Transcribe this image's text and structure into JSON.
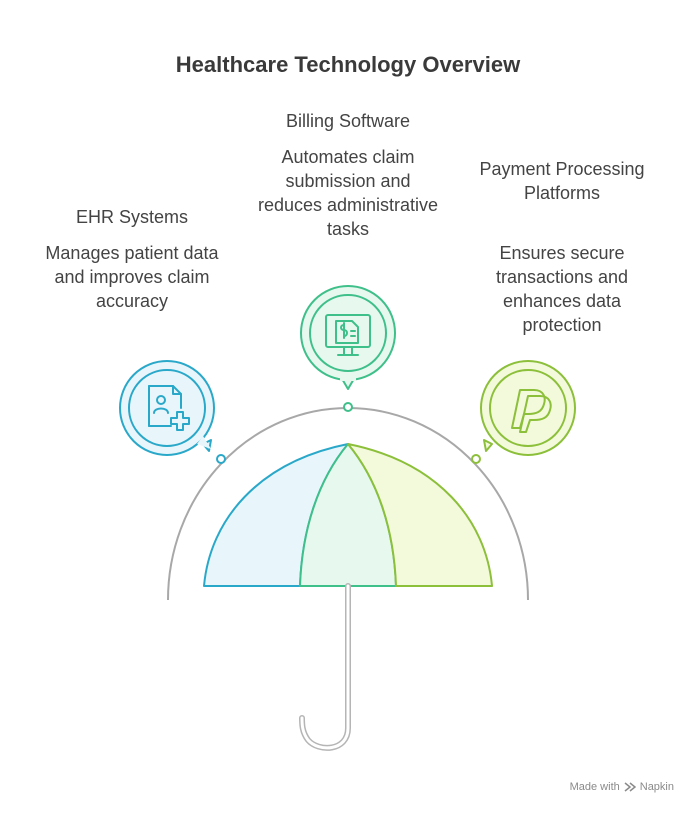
{
  "title": "Healthcare Technology Overview",
  "items": [
    {
      "heading": "EHR Systems",
      "description": "Manages patient data and improves claim accuracy",
      "icon": "patient-record-icon",
      "color": "#2aa8c9"
    },
    {
      "heading": "Billing Software",
      "description": "Automates claim submission and reduces administrative tasks",
      "icon": "billing-monitor-icon",
      "color": "#3fbf8a"
    },
    {
      "heading": "Payment Processing Platforms",
      "description": "Ensures secure transactions and enhances data protection",
      "icon": "paypal-icon",
      "color": "#8cbf3a"
    }
  ],
  "footer": {
    "prefix": "Made with",
    "brand": "Napkin",
    "icon": "napkin-logo-icon"
  }
}
